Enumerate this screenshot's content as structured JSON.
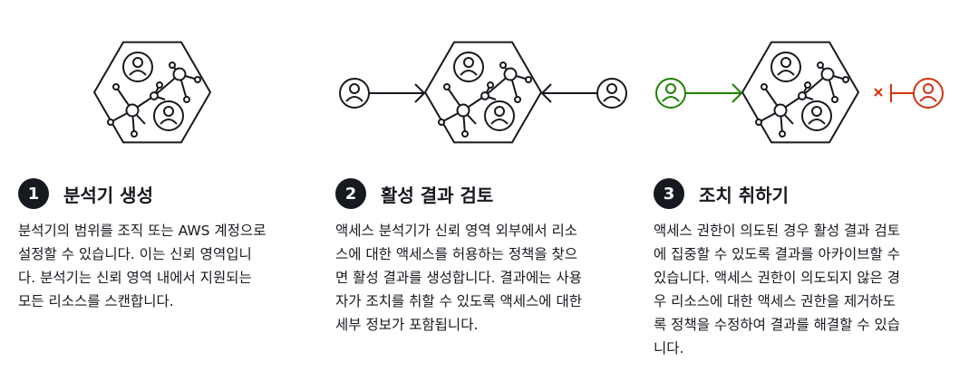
{
  "steps": [
    {
      "number": "1",
      "title": "분석기 생성",
      "description": "분석기의 범위를 조직 또는 AWS 계정으로\n설정할 수 있습니다. 이는 신뢰 영역입니\n다. 분석기는 신뢰 영역 내에서 지원되는\n모든 리소스를 스캔합니다."
    },
    {
      "number": "2",
      "title": "활성 결과 검토",
      "description": "액세스 분석기가 신뢰 영역 외부에서 리소\n스에 대한 액세스를 허용하는 정책을 찾으\n면 활성 결과를 생성합니다. 결과에는 사용\n자가 조치를 취할 수 있도록 액세스에 대한\n세부 정보가 포함됩니다."
    },
    {
      "number": "3",
      "title": "조치 취하기",
      "description": "액세스 권한이 의도된 경우 활성 결과 검토\n에 집중할 수 있도록 결과를 아카이브할 수\n있습니다. 액세스 권한이 의도되지 않은 경\n우 리소스에 대한 액세스 권한을 제거하도\n록 정책을 수정하여 결과를 해결할 수 있습\n니다."
    }
  ],
  "icons": {
    "hexagon": "analyzer-network-icon",
    "user": "user-icon",
    "arrow": "arrow-right-icon",
    "blocked": "blocked-access-icon"
  },
  "colors": {
    "text": "#16191f",
    "allowed": "#1d8102",
    "denied": "#d13212"
  }
}
